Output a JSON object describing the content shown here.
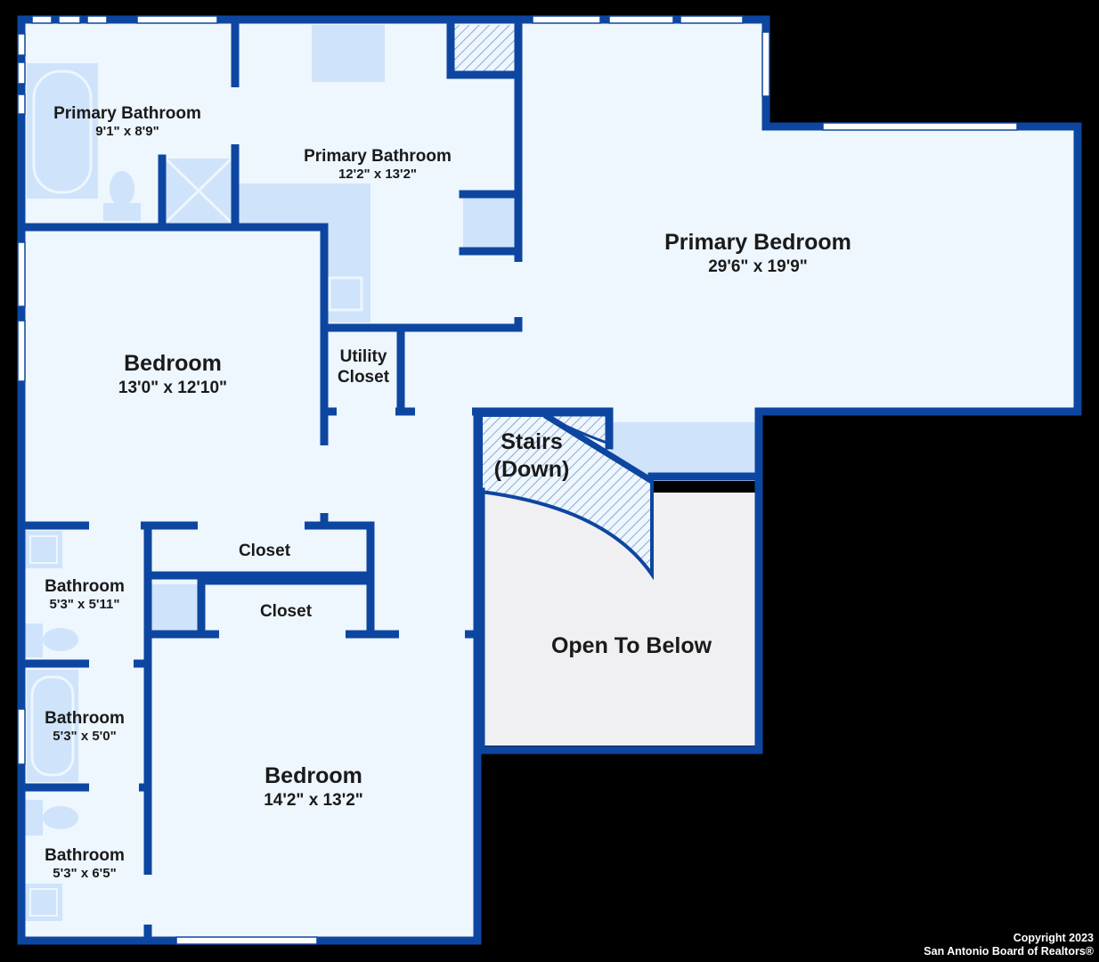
{
  "rooms": {
    "primary_bath_1": {
      "name": "Primary Bathroom",
      "dims": "9'1\" x 8'9\""
    },
    "primary_bath_2": {
      "name": "Primary Bathroom",
      "dims": "12'2\" x 13'2\""
    },
    "primary_bedroom": {
      "name": "Primary Bedroom",
      "dims": "29'6\" x 19'9\""
    },
    "bedroom_1": {
      "name": "Bedroom",
      "dims": "13'0\" x 12'10\""
    },
    "utility_closet": {
      "line1": "Utility",
      "line2": "Closet"
    },
    "stairs": {
      "line1": "Stairs",
      "line2": "(Down)"
    },
    "closet_1": {
      "name": "Closet"
    },
    "closet_2": {
      "name": "Closet"
    },
    "bathroom_1": {
      "name": "Bathroom",
      "dims": "5'3\" x 5'11\""
    },
    "bathroom_2": {
      "name": "Bathroom",
      "dims": "5'3\" x 5'0\""
    },
    "bathroom_3": {
      "name": "Bathroom",
      "dims": "5'3\" x 6'5\""
    },
    "open_to_below": {
      "name": "Open To Below"
    },
    "bedroom_2": {
      "name": "Bedroom",
      "dims": "14'2\" x 13'2\""
    }
  },
  "copyright": {
    "line1": "Copyright 2023",
    "line2": "San Antonio Board of Realtors®"
  },
  "colors": {
    "background": "#000000",
    "wall": "#0d46a0",
    "room_fill": "#eef6fe",
    "fixture": "#cfe3fb",
    "open_to_below": "#f0f0f2"
  }
}
